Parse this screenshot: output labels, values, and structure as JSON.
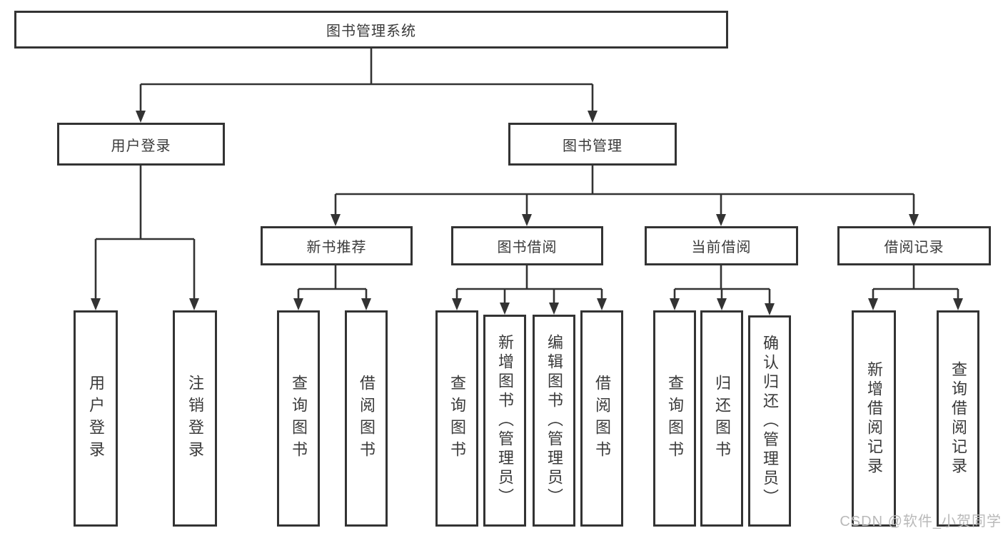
{
  "diagram_title": "图书管理系统",
  "tree": {
    "root": {
      "label": "图书管理系统"
    },
    "branches": [
      {
        "label": "用户登录",
        "children": [
          {
            "label": "用户登录"
          },
          {
            "label": "注销登录"
          }
        ]
      },
      {
        "label": "图书管理",
        "children": [
          {
            "label": "新书推荐",
            "children": [
              {
                "label": "查询图书"
              },
              {
                "label": "借阅图书"
              }
            ]
          },
          {
            "label": "图书借阅",
            "children": [
              {
                "label": "查询图书"
              },
              {
                "label": "新增图书（管理员）"
              },
              {
                "label": "编辑图书（管理员）"
              },
              {
                "label": "借阅图书"
              }
            ]
          },
          {
            "label": "当前借阅",
            "children": [
              {
                "label": "查询图书"
              },
              {
                "label": "归还图书"
              },
              {
                "label": "确认归还（管理员）"
              }
            ]
          },
          {
            "label": "借阅记录",
            "children": [
              {
                "label": "新增借阅记录"
              },
              {
                "label": "查询借阅记录"
              }
            ]
          }
        ]
      }
    ]
  },
  "watermark": "CSDN @软件_小贺同学",
  "colors": {
    "line": "#333333",
    "border": "#333333",
    "text": "#3a3a3a",
    "background": "#ffffff",
    "watermark": "#b9b9b9"
  }
}
